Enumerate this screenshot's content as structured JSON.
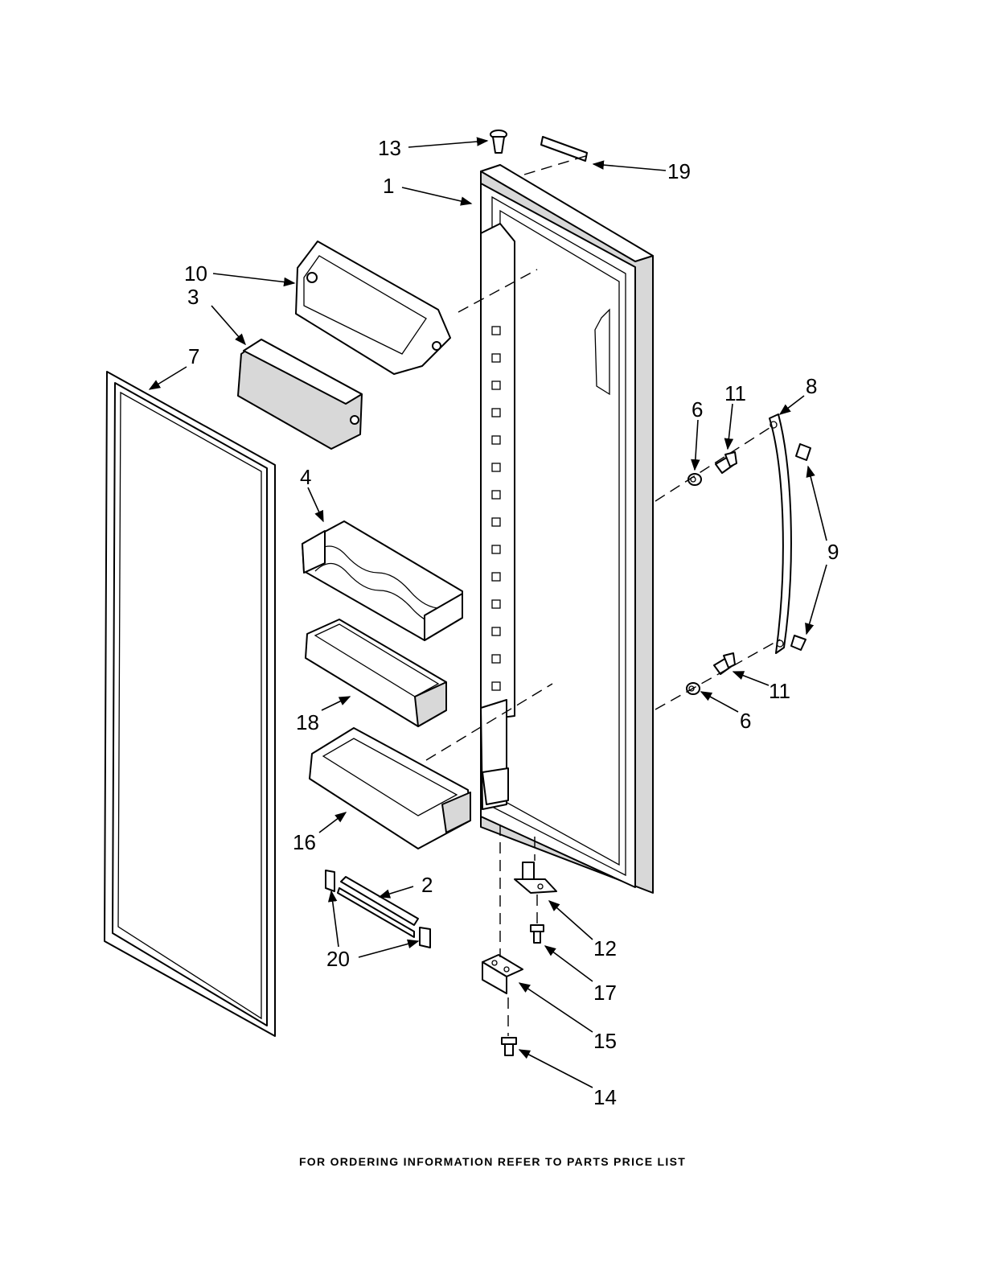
{
  "footer": "FOR ORDERING INFORMATION REFER TO PARTS PRICE LIST",
  "callouts": [
    {
      "id": "c13",
      "text": "13"
    },
    {
      "id": "c19",
      "text": "19"
    },
    {
      "id": "c1",
      "text": "1"
    },
    {
      "id": "c10",
      "text": "10"
    },
    {
      "id": "c3",
      "text": "3"
    },
    {
      "id": "c7",
      "text": "7"
    },
    {
      "id": "c11a",
      "text": "11"
    },
    {
      "id": "c8",
      "text": "8"
    },
    {
      "id": "c6a",
      "text": "6"
    },
    {
      "id": "c4",
      "text": "4"
    },
    {
      "id": "c9",
      "text": "9"
    },
    {
      "id": "c11b",
      "text": "11"
    },
    {
      "id": "c6b",
      "text": "6"
    },
    {
      "id": "c18",
      "text": "18"
    },
    {
      "id": "c16",
      "text": "16"
    },
    {
      "id": "c2",
      "text": "2"
    },
    {
      "id": "c12",
      "text": "12"
    },
    {
      "id": "c20",
      "text": "20"
    },
    {
      "id": "c17",
      "text": "17"
    },
    {
      "id": "c15",
      "text": "15"
    },
    {
      "id": "c14",
      "text": "14"
    }
  ]
}
